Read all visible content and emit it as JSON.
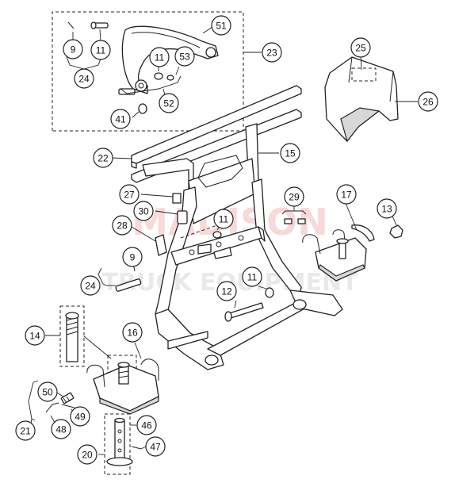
{
  "watermark": {
    "line1": "MADISON",
    "line2": "TRUCK EQUIPMENT",
    "line1_color": "#d9534f",
    "line2_color": "#9a9a9a"
  },
  "callouts": [
    {
      "id": "c-9a",
      "label": "9"
    },
    {
      "id": "c-11a",
      "label": "11"
    },
    {
      "id": "c-51",
      "label": "51"
    },
    {
      "id": "c-23",
      "label": "23"
    },
    {
      "id": "c-11b",
      "label": "11"
    },
    {
      "id": "c-53",
      "label": "53"
    },
    {
      "id": "c-24a",
      "label": "24"
    },
    {
      "id": "c-52",
      "label": "52"
    },
    {
      "id": "c-41",
      "label": "41"
    },
    {
      "id": "c-25",
      "label": "25"
    },
    {
      "id": "c-26",
      "label": "26"
    },
    {
      "id": "c-22",
      "label": "22"
    },
    {
      "id": "c-15",
      "label": "15"
    },
    {
      "id": "c-27",
      "label": "27"
    },
    {
      "id": "c-29",
      "label": "29"
    },
    {
      "id": "c-17",
      "label": "17"
    },
    {
      "id": "c-13",
      "label": "13"
    },
    {
      "id": "c-30",
      "label": "30"
    },
    {
      "id": "c-11c",
      "label": "11"
    },
    {
      "id": "c-28",
      "label": "28"
    },
    {
      "id": "c-9b",
      "label": "9"
    },
    {
      "id": "c-24b",
      "label": "24"
    },
    {
      "id": "c-11d",
      "label": "11"
    },
    {
      "id": "c-12",
      "label": "12"
    },
    {
      "id": "c-14",
      "label": "14"
    },
    {
      "id": "c-16",
      "label": "16"
    },
    {
      "id": "c-50",
      "label": "50"
    },
    {
      "id": "c-49",
      "label": "49"
    },
    {
      "id": "c-48",
      "label": "48"
    },
    {
      "id": "c-21",
      "label": "21"
    },
    {
      "id": "c-46",
      "label": "46"
    },
    {
      "id": "c-47",
      "label": "47"
    },
    {
      "id": "c-20",
      "label": "20"
    }
  ]
}
